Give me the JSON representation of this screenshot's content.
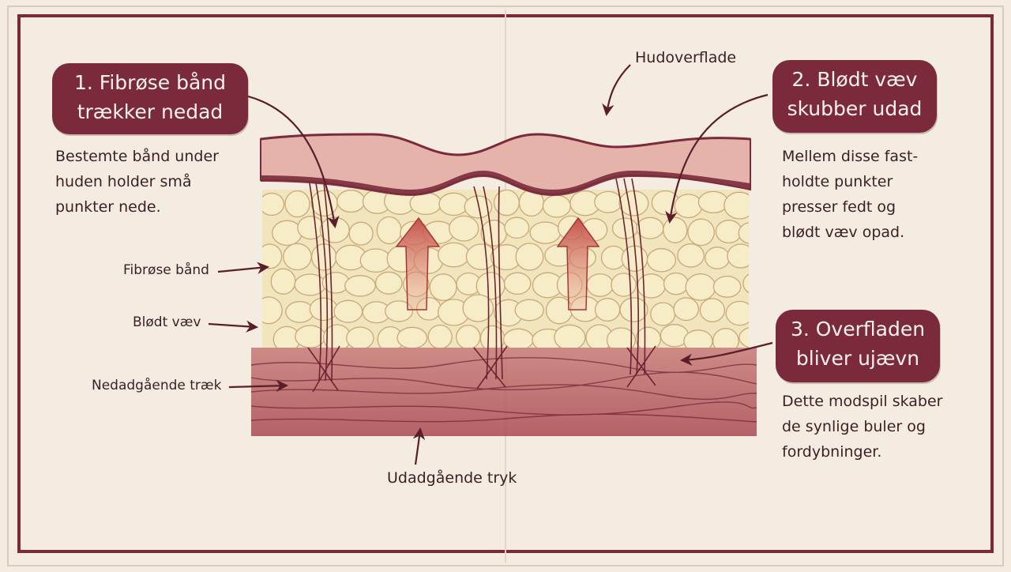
{
  "colors": {
    "paper": "#f4ece0",
    "frame": "#7a2a3a",
    "callout_bg": "#7a2a3a",
    "callout_text": "#fbf3e8",
    "skin": "#e6b3ab",
    "dermis": "#a94a52",
    "fat": "#f1e5bd",
    "arrow_red": "#c4534b"
  },
  "callouts": [
    {
      "lines": [
        "1. Fibrøse bånd",
        "trækker nedad"
      ]
    },
    {
      "lines": [
        "2. Blødt væv",
        "skubber udad"
      ]
    },
    {
      "lines": [
        "3. Overfladen",
        "bliver ujævn"
      ]
    }
  ],
  "notes": [
    {
      "lines": [
        "Bestemte bånd under",
        "huden holder små",
        "punkter nede."
      ]
    },
    {
      "lines": [
        "Mellem disse fast-",
        "holdte punkter",
        "presser fedt og",
        "blødt væv opad."
      ]
    },
    {
      "lines": [
        "Dette modspil skaber",
        "de synlige buler og",
        "fordybninger."
      ]
    }
  ],
  "labels": {
    "hudoverflade": "Hudoverflade",
    "fibrose_band": "Fibrøse bånd",
    "blodt_vaev": "Blødt væv",
    "nedadgaende_traek": "Nedadgående træk",
    "udadgaende_tryk": "Udadgående tryk"
  }
}
